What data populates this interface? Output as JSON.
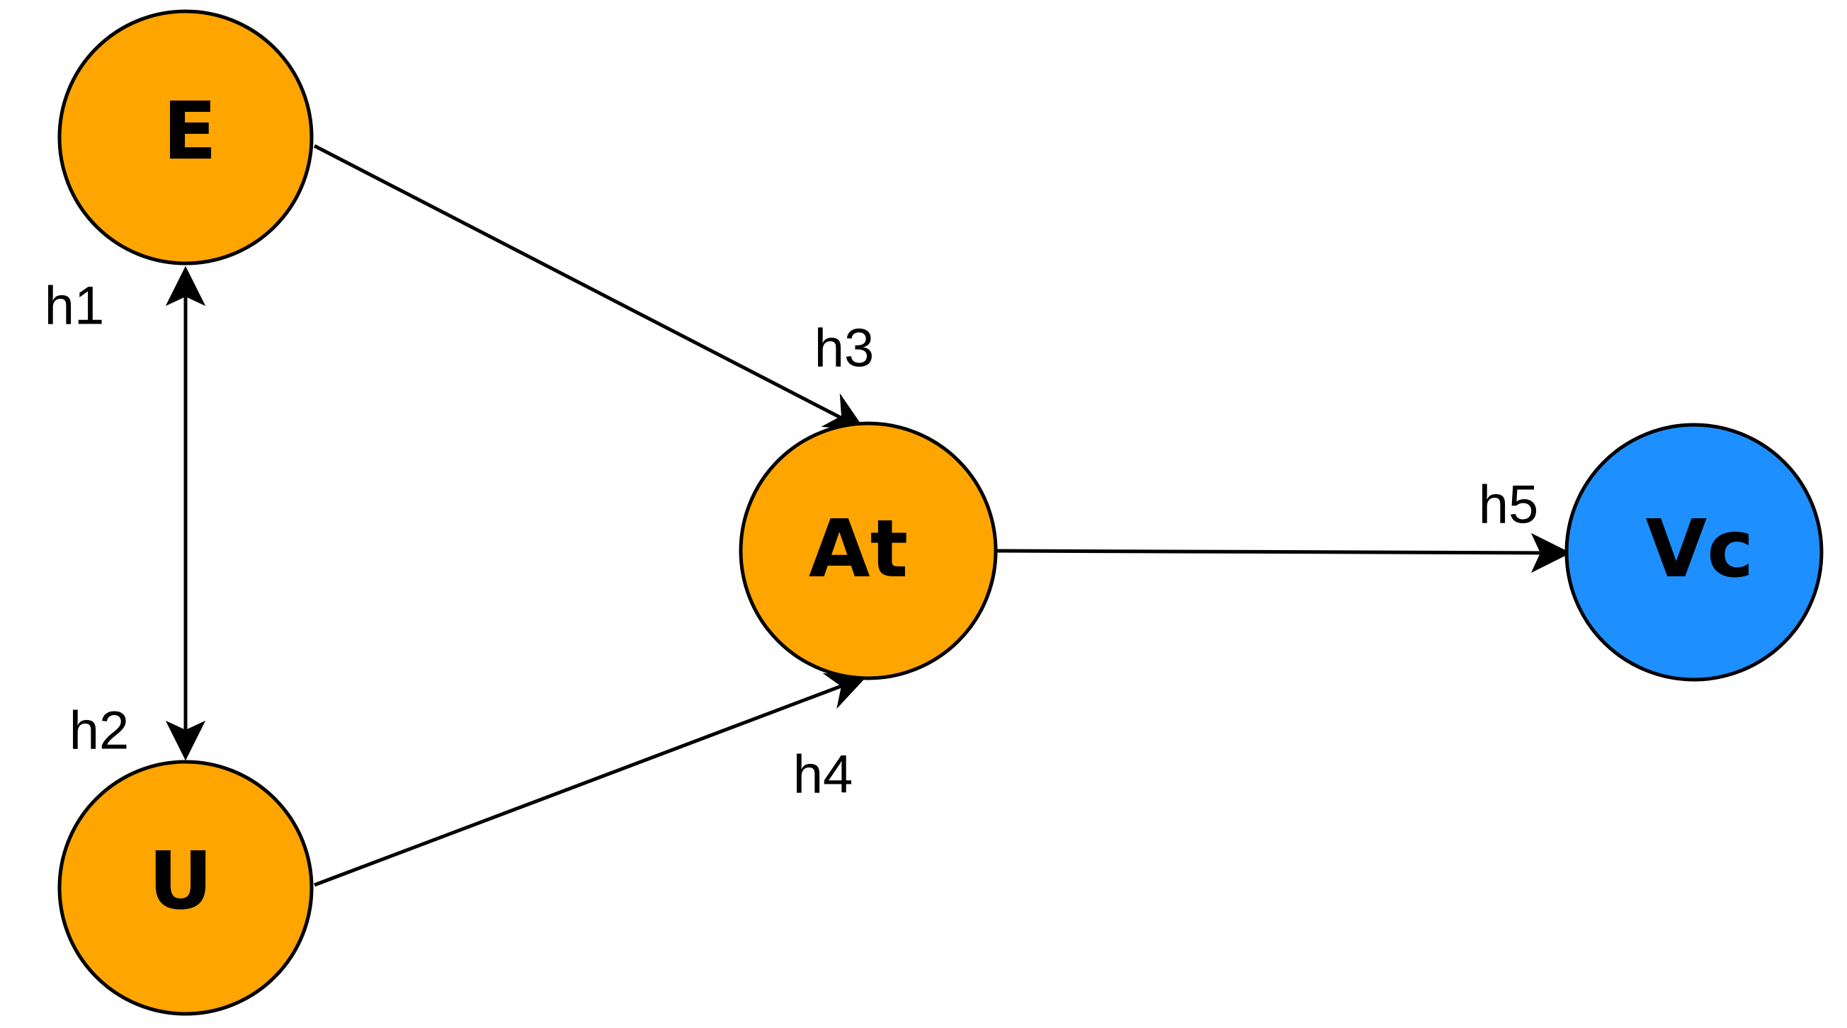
{
  "diagram": {
    "colors": {
      "node_orange": "#FFA500",
      "node_blue": "#1E8FFF",
      "stroke": "#000000"
    },
    "nodes": {
      "e": {
        "label": "E",
        "color": "orange"
      },
      "u": {
        "label": "U",
        "color": "orange"
      },
      "at": {
        "label": "At",
        "color": "orange"
      },
      "vc": {
        "label": "Vc",
        "color": "blue"
      }
    },
    "edges": {
      "h1": {
        "label": "h1",
        "from": "U",
        "to": "E",
        "bidirectional": true
      },
      "h2": {
        "label": "h2",
        "from": "E",
        "to": "U",
        "bidirectional": true
      },
      "h3": {
        "label": "h3",
        "from": "E",
        "to": "At"
      },
      "h4": {
        "label": "h4",
        "from": "U",
        "to": "At"
      },
      "h5": {
        "label": "h5",
        "from": "At",
        "to": "Vc"
      }
    }
  }
}
